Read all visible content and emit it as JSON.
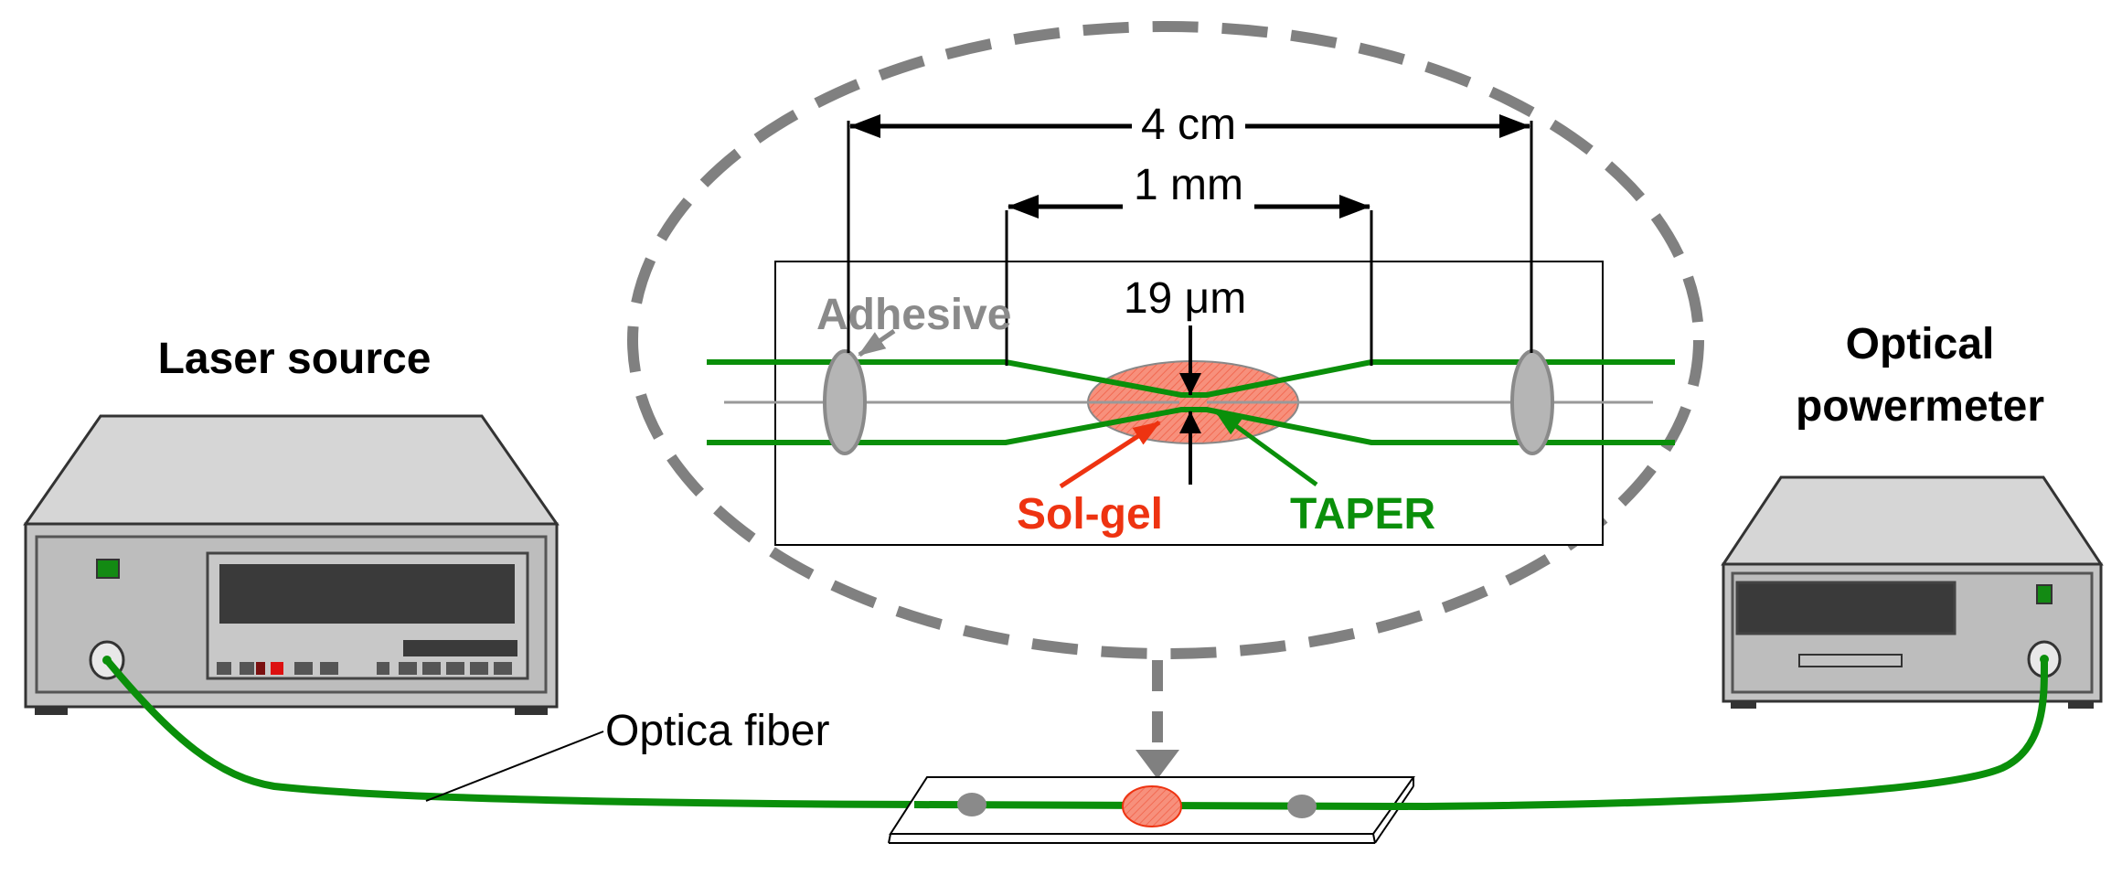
{
  "labels": {
    "laser_source": "Laser source",
    "optical_line1": "Optical",
    "optical_line2": "powermeter",
    "fiber": "Optica fiber",
    "dim_4cm": "4 cm",
    "dim_1mm": "1 mm",
    "dim_19um": "19 μm",
    "adhesive": "Adhesive",
    "solgel": "Sol-gel",
    "taper": "TAPER"
  },
  "colors": {
    "fiber_green": "#0a8f0a",
    "solgel_red": "#ee3311",
    "solgel_fill": "#f7907c",
    "adhesive_gray": "#8a8a8a",
    "dash_gray": "#808080",
    "device_body": "#bcbcbc",
    "device_top": "#d8d8d8",
    "display_dark": "#3a3a3a",
    "led_green": "#138a13"
  }
}
